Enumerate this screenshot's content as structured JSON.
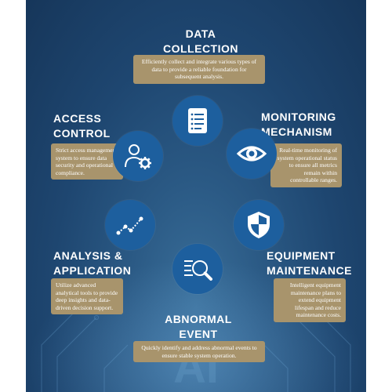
{
  "items": [
    {
      "id": "data-collection",
      "title_line1": "DATA",
      "title_line2": "COLLECTION",
      "description": "Efficiently collect and integrate various types of data to provide a reliable foundation for subsequent analysis.",
      "icon": "document-list-icon"
    },
    {
      "id": "monitoring-mechanism",
      "title_line1": "MONITORING",
      "title_line2": "MECHANISM",
      "description": "Real-time monitoring of system operational status to ensure all metrics remain within controllable ranges.",
      "icon": "eye-icon"
    },
    {
      "id": "equipment-maintenance",
      "title_line1": "EQUIPMENT",
      "title_line2": "MAINTENANCE",
      "description": "Intelligent equipment maintenance plans to extend equipment lifespan and reduce maintenance costs.",
      "icon": "shield-icon"
    },
    {
      "id": "abnormal-event",
      "title_line1": "ABNORMAL",
      "title_line2": "EVENT",
      "description": "Quickly identify and address abnormal events to ensure stable system operation.",
      "icon": "search-document-icon"
    },
    {
      "id": "analysis-application",
      "title_line1": "ANALYSIS &",
      "title_line2": "APPLICATION",
      "description": "Utilize advanced analytical tools to provide deep insights and data-driven decision support.",
      "icon": "line-chart-icon"
    },
    {
      "id": "access-control",
      "title_line1": "ACCESS",
      "title_line2": "CONTROL",
      "description": "Strict access management system to ensure data security and operational compliance.",
      "icon": "user-gear-icon"
    }
  ],
  "colors": {
    "background": "#1e4670",
    "circle": "#1d5f9e",
    "description_box": "#a8946c",
    "text": "#ffffff"
  }
}
